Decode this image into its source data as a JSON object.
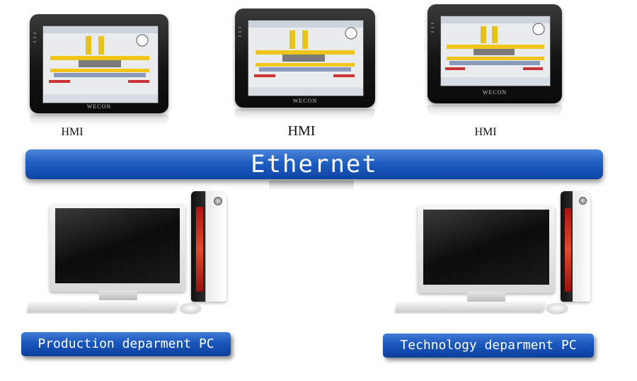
{
  "hmis": [
    {
      "label": "HMI",
      "brand": "WECON"
    },
    {
      "label": "HMI",
      "brand": "WECON"
    },
    {
      "label": "HMI",
      "brand": "WECON"
    }
  ],
  "network": {
    "label": "Ethernet"
  },
  "pcs": [
    {
      "label": "Production deparment PC"
    },
    {
      "label": "Technology deparment PC"
    }
  ],
  "colors": {
    "bar_blue": "#1f5fc2",
    "stripe_red": "#c0141a"
  }
}
